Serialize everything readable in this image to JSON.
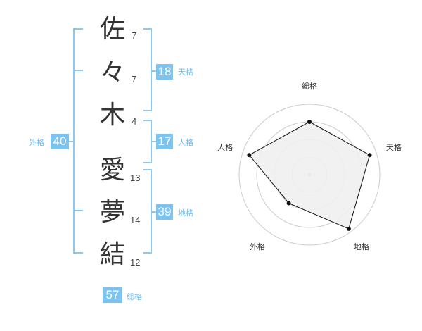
{
  "name": {
    "characters": [
      {
        "char": "佐",
        "strokes": "7"
      },
      {
        "char": "々",
        "strokes": "7"
      },
      {
        "char": "木",
        "strokes": "4"
      },
      {
        "char": "愛",
        "strokes": "13"
      },
      {
        "char": "夢",
        "strokes": "14"
      },
      {
        "char": "結",
        "strokes": "12"
      }
    ]
  },
  "scores": {
    "tenkaku": {
      "value": "18",
      "label": "天格"
    },
    "jinkaku": {
      "value": "17",
      "label": "人格"
    },
    "chikaku": {
      "value": "39",
      "label": "地格"
    },
    "gaikaku": {
      "value": "40",
      "label": "外格"
    },
    "soukaku": {
      "value": "57",
      "label": "総格"
    }
  },
  "radar": {
    "axes": [
      "総格",
      "天格",
      "地格",
      "外格",
      "人格"
    ],
    "rings": 4,
    "values": [
      0.75,
      0.9,
      0.95,
      0.5,
      0.9
    ],
    "colors": {
      "fill": "#efefef",
      "stroke": "#111111",
      "ring": "#cccccc",
      "center": "#bbbbbb"
    }
  }
}
